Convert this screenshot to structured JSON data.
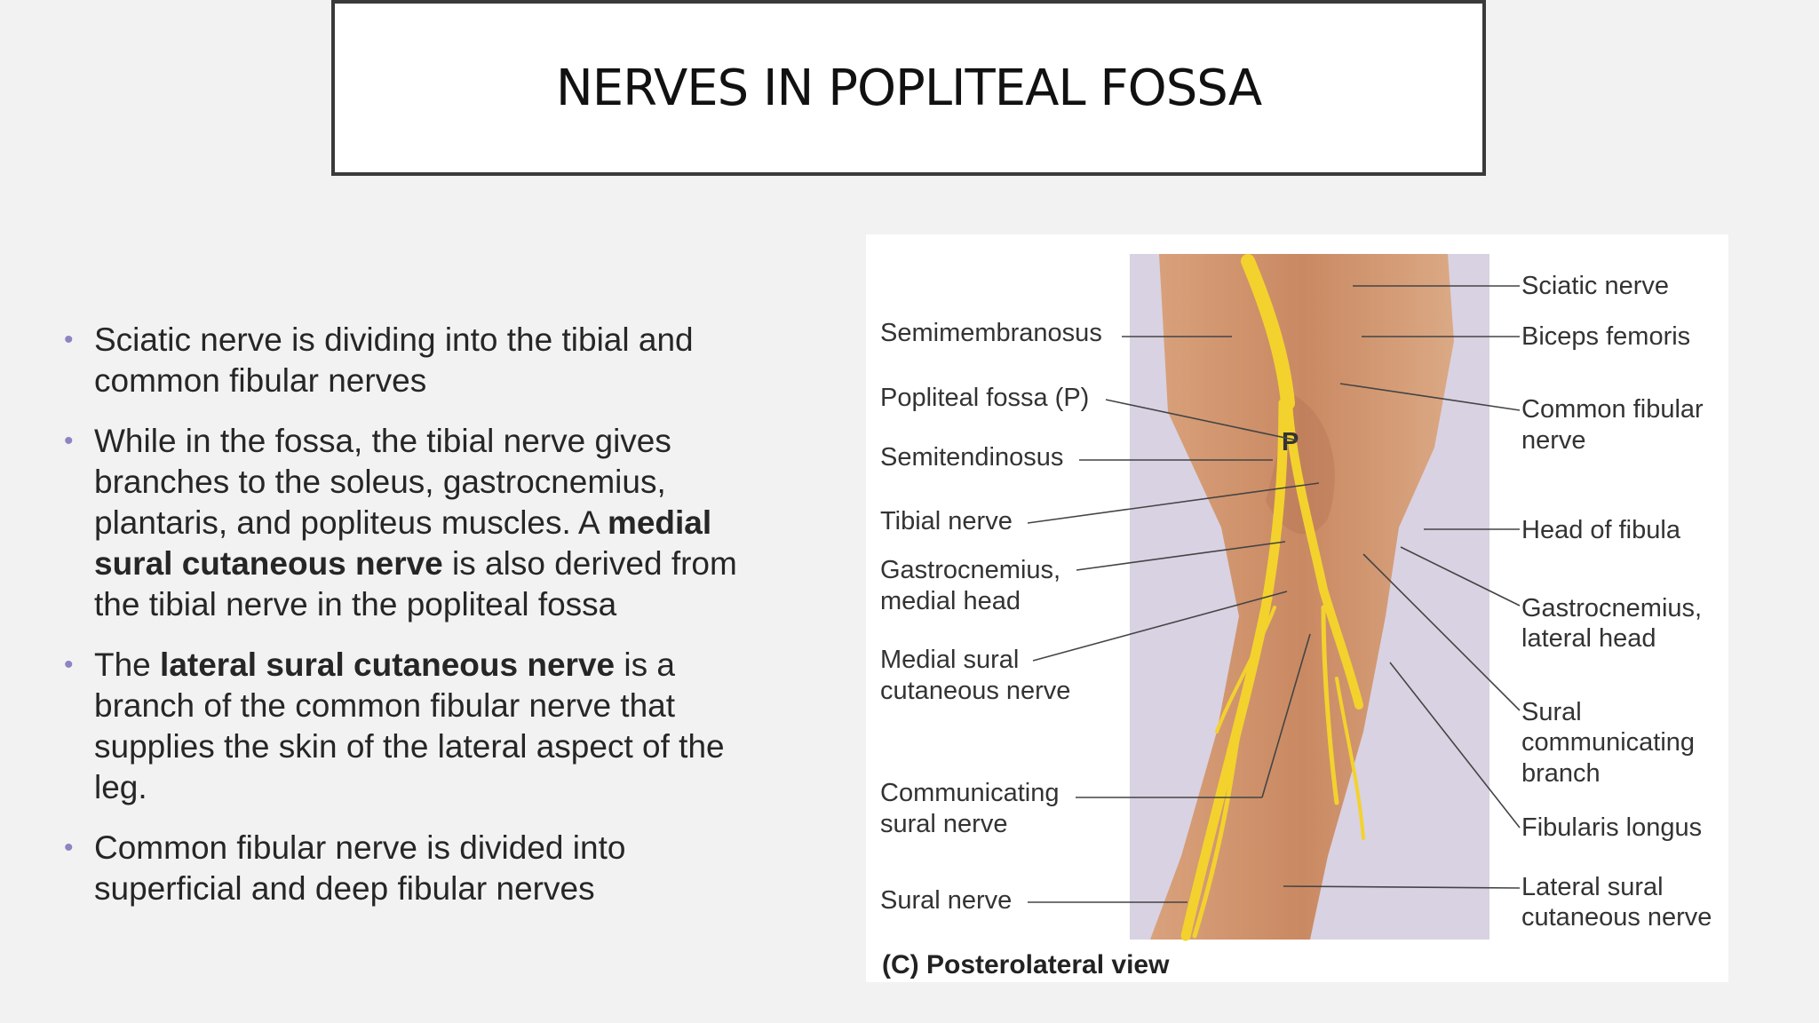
{
  "slide": {
    "title": "NERVES IN POPLITEAL FOSSA",
    "bullets": [
      {
        "b1_a": "Sciatic nerve is dividing into the tibial and common fibular nerves"
      },
      {
        "b2_a": "While in the fossa, the tibial nerve gives branches to the soleus, gastrocnemius, plantaris, and popliteus muscles. A ",
        "b2_bold": "medial sural cutaneous nerve",
        "b2_c": " is also derived from the tibial nerve in the popliteal fossa"
      },
      {
        "b3_a": "The ",
        "b3_bold": "lateral sural cutaneous nerve",
        "b3_c": " is a branch of the common fibular nerve that supplies the skin of the lateral aspect of the leg."
      },
      {
        "b4_a": "Common fibular nerve is divided into superficial and deep fibular nerves"
      }
    ],
    "bullet_color": "#8d85c2"
  },
  "figure": {
    "left_labels": {
      "semimembranosus": "Semimembranosus",
      "popliteal_fossa": "Popliteal fossa (P)",
      "semitendinosus": "Semitendinosus",
      "tibial_nerve": "Tibial nerve",
      "gastro_medial_1": "Gastrocnemius,",
      "gastro_medial_2": "medial head",
      "medial_sural_1": "Medial sural",
      "medial_sural_2": "cutaneous nerve",
      "comm_sural_1": "Communicating",
      "comm_sural_2": "sural nerve",
      "sural_nerve": "Sural nerve"
    },
    "right_labels": {
      "sciatic": "Sciatic nerve",
      "biceps": "Biceps femoris",
      "common_fibular_1": "Common fibular",
      "common_fibular_2": "nerve",
      "head_fibula": "Head of fibula",
      "gastro_lateral_1": "Gastrocnemius,",
      "gastro_lateral_2": "lateral head",
      "sural_comm_1": "Sural",
      "sural_comm_2": "communicating",
      "sural_comm_3": "branch",
      "fibularis": "Fibularis longus",
      "lateral_sural_1": "Lateral sural",
      "lateral_sural_2": "cutaneous nerve"
    },
    "p_marker": "P",
    "caption": "(C) Posterolateral view",
    "nerve_color": "#f3d22e"
  }
}
